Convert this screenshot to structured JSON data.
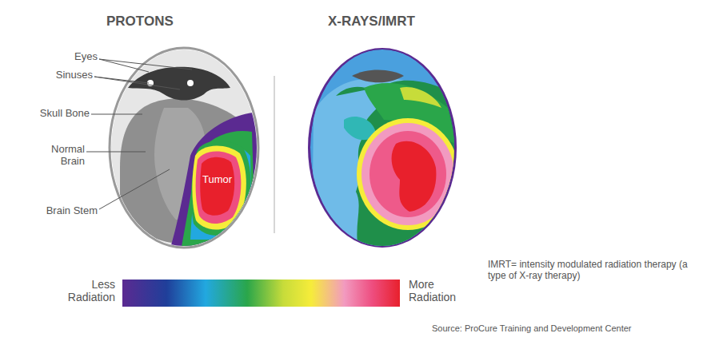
{
  "diagram": {
    "labels": [
      "PROTONS",
      "X-RAYS/IMRT",
      "Eyes",
      "Sinuses",
      "Skull Bone",
      "Normal Brain",
      "Brain Stem",
      "Tumor",
      "Less Radiation",
      "More Radiation",
      "IMRT= intensity modulated radiation therapy (a type of X-ray therapy)",
      "Source: ProCure Training and Development Center"
    ]
  }
}
